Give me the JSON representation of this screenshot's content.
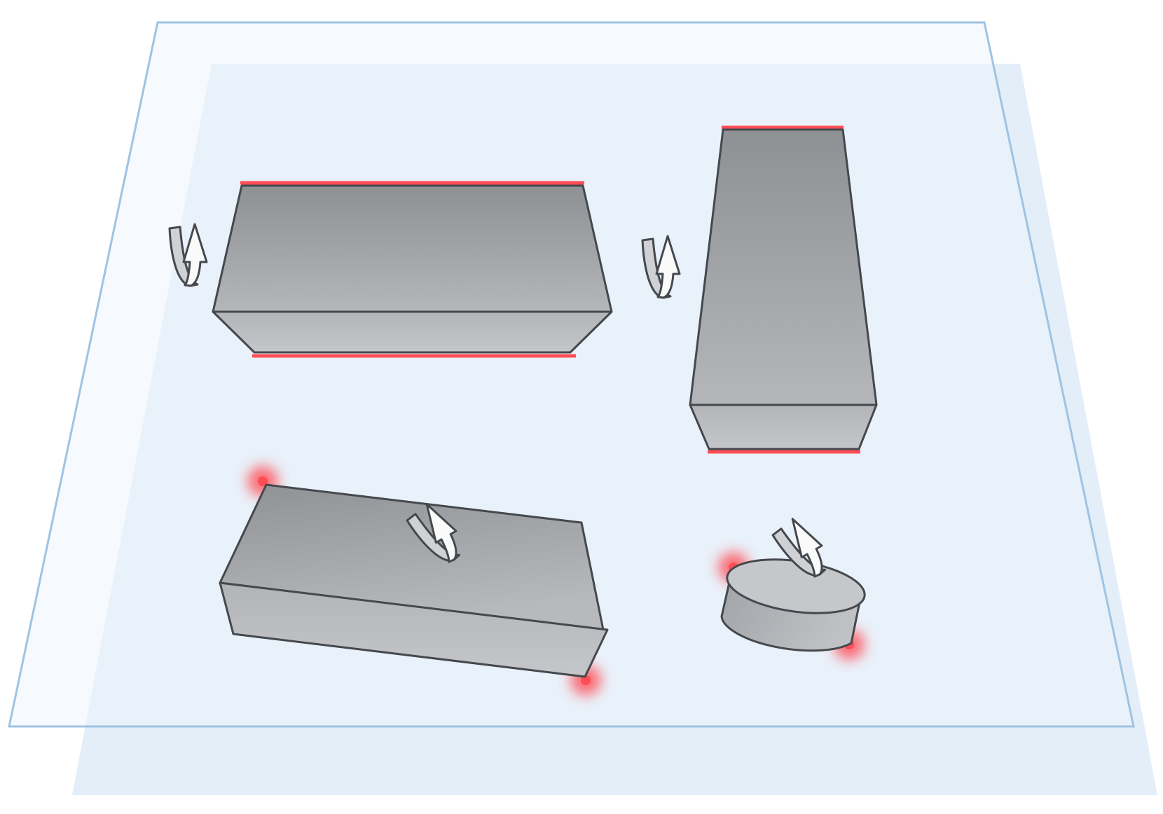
{
  "colors": {
    "plane_back_fill": "#e3eef8",
    "plane_front_fill": "#f0f5fb",
    "plane_stroke": "#9fc3e3",
    "object_stroke": "#45484d",
    "object_top": "#8e9194",
    "object_bottom": "#b9bbbf",
    "object_side": "#c0c2c6",
    "highlight": "#ff4d55",
    "arrow_fill": "#fafafa",
    "arrow_back_fill": "#cfd1d4"
  },
  "objects": [
    {
      "id": "wide-block",
      "shape": "box",
      "contact": "edges"
    },
    {
      "id": "tall-block",
      "shape": "box",
      "contact": "edge"
    },
    {
      "id": "tilted-block",
      "shape": "box",
      "contact": "corner-points"
    },
    {
      "id": "disc",
      "shape": "cylinder",
      "contact": "rim-points"
    }
  ],
  "icons": [
    "rotate-arrow-icon",
    "rotate-arrow-icon",
    "rotate-arrow-icon",
    "rotate-arrow-icon"
  ]
}
